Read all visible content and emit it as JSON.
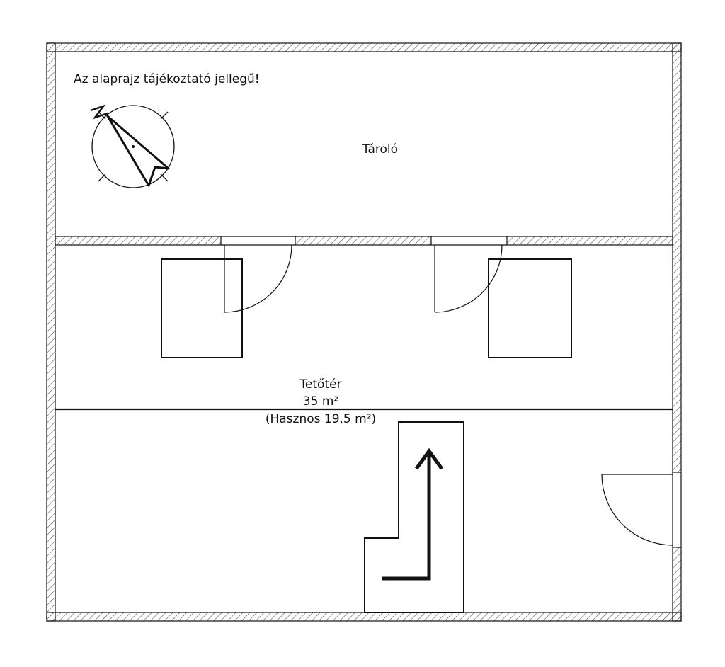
{
  "notice": "Az alaprajz tájékoztató jellegű!",
  "rooms": {
    "storage": "Tároló",
    "attic": {
      "name": "Tetőtér",
      "area": "35 m²",
      "usable_area": "(Hasznos 19,5 m²)"
    }
  },
  "compass": {
    "north_label": "N"
  },
  "colors": {
    "line": "#111111",
    "hatch": "#555555",
    "background": "#ffffff"
  }
}
